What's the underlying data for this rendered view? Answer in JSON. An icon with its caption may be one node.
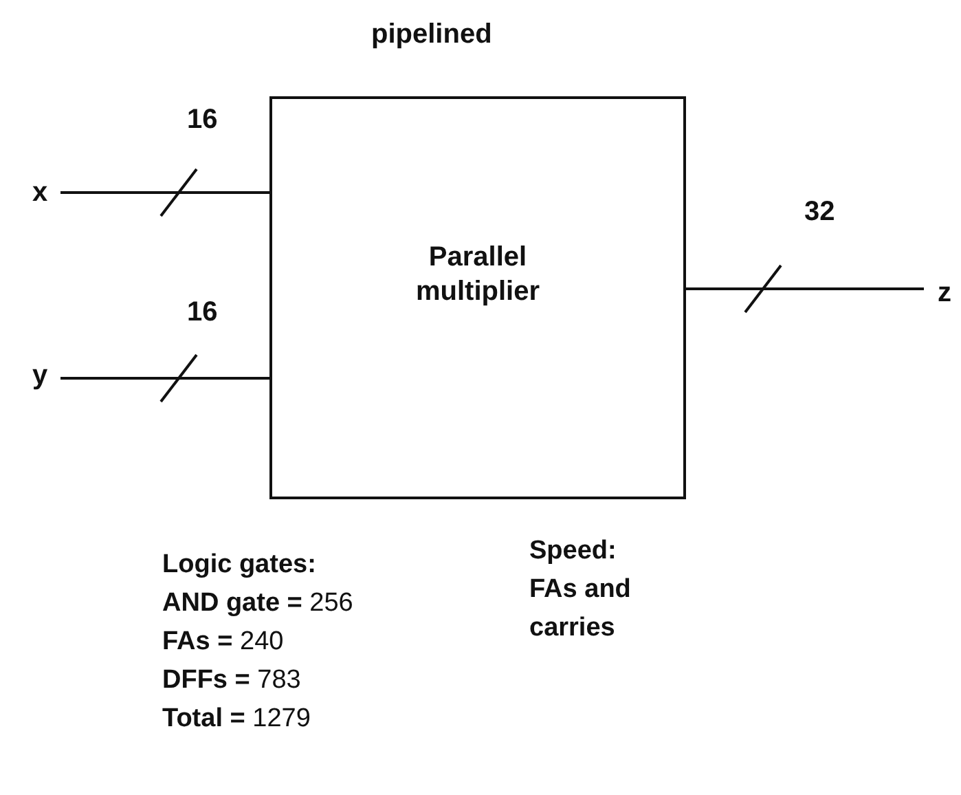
{
  "diagram": {
    "title": "pipelined",
    "nodes": [
      {
        "text": [
          "x"
        ]
      },
      {
        "text": [
          "y"
        ]
      },
      {
        "text": [
          "Parallel multiplier"
        ]
      },
      {
        "text": [
          "z"
        ]
      }
    ],
    "edges": [
      {
        "from": 0,
        "to": 2,
        "arrow": "none",
        "label": "16"
      },
      {
        "from": 1,
        "to": 2,
        "arrow": "none",
        "label": "16"
      },
      {
        "from": 2,
        "to": 3,
        "arrow": "none",
        "label": "32"
      }
    ],
    "labels": [
      "Logic gates:",
      "**AND gate =** 256",
      "**FAs =** 240",
      "**DFFs =** 783",
      "**Total =** 1279",
      "Speed:",
      "FAs and carries"
    ]
  }
}
